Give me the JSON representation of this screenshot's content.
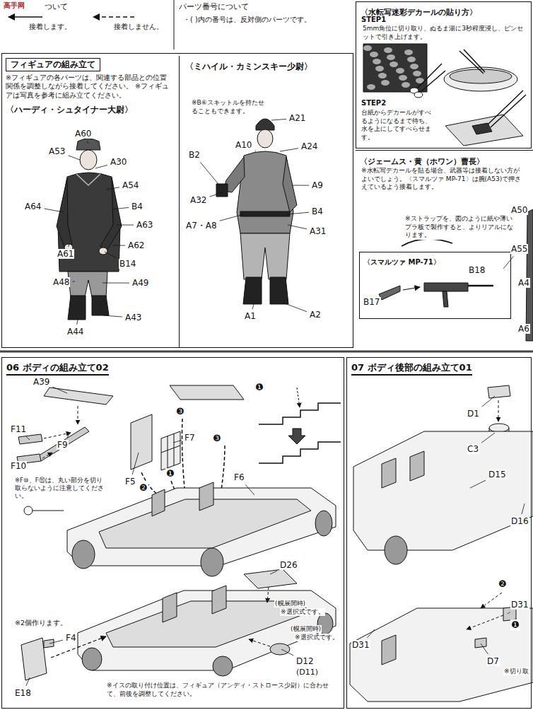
{
  "diagram": {
    "nodes": [
      {
        "text": [
          "フィギュアの組み立て",
          "※フィギュアの各パーツは、関連する部品との位置関係を調整しながら接着してください。 ※フィギュアは写真を参考に組み立てください。"
        ]
      },
      {
        "text": [
          "〈ハーディ・シュタイナー大尉〉"
        ],
        "in": 0
      },
      {
        "text": [
          "〈ミハイル・カミンスキー少尉〉"
        ],
        "in": 0
      },
      {
        "text": [
          "〈水転写迷彩デカールの貼り方〉"
        ]
      },
      {
        "text": [
          "〈ジェームス・黄（ホワン）曹長〉"
        ]
      },
      {
        "text": [
          "〈スマルツァ MP-71〉"
        ],
        "in": 4
      },
      {
        "text": [
          "06 ボディの組み立て02"
        ]
      },
      {
        "text": [
          "07 ボディ後部の組み立て01"
        ]
      }
    ],
    "labels": [
      "高手网",
      "ついて",
      "接着します。",
      "接着しません。",
      "パーツ番号について",
      "・( )内の番号は、反対側のパーツです。",
      "STEP1",
      "5mm角位に切り取り、ぬるま湯に3秒程度浸し、ピンセットで引き上げます。",
      "STEP2",
      "台紙からデカールがすべるようになるまで待ち、水を上にしてすべらせます。",
      "A60",
      "A53",
      "A30",
      "A54",
      "A64",
      "B4",
      "A63",
      "A62",
      "A61",
      "B14",
      "A48",
      "A49",
      "A44",
      "A43",
      "※B⑥スキットルを持たせることもできます。",
      "A21",
      "B2",
      "A10",
      "A24",
      "A32",
      "A9",
      "A7・A8",
      "B4",
      "A31",
      "A1",
      "A2",
      "※水転写デカールを貼る場合、武器等は接着しない方がよいでしょう。〈スマルツァ MP-71〉は腕(A53)で押さえているよう接着します。",
      "A50",
      "※ストラップを、図のように紙や薄いプラ板で製作すると、よりリアルになります。",
      "A55",
      "A4",
      "A6",
      "B17",
      "B18",
      "A39",
      "F11",
      "F9",
      "F10",
      "※F⑩、F⑪は、丸い部分を切り取らないように注意してください。",
      "F5",
      "F7",
      "F6",
      "❶",
      "❷",
      "❸",
      "❸",
      "❶",
      "※2個作ります。",
      "F4",
      "E18",
      "D26",
      "(幌展開時)",
      "※選択式です。",
      "(幌展開時)",
      "※選択式です。",
      "D12",
      "(D11)",
      "※イスの取り付け位置は、フィギュア（アンディ・ストロース少尉）に合わせて、前後を調整してください。",
      "D1",
      "C3",
      "D15",
      "D16",
      "D31",
      "D31",
      "D7",
      "※切り取",
      "❷",
      "❶"
    ]
  }
}
